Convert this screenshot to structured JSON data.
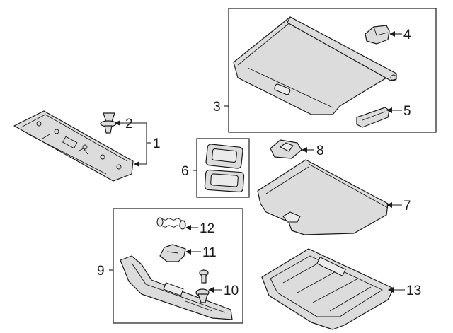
{
  "callouts": {
    "c1": "1",
    "c2": "2",
    "c3": "3",
    "c4": "4",
    "c5": "5",
    "c6": "6",
    "c7": "7",
    "c8": "8",
    "c9": "9",
    "c10": "10",
    "c11": "11",
    "c12": "12",
    "c13": "13"
  },
  "colors": {
    "line": "#1a1a1a",
    "part_fill": "#dcdcdc",
    "background": "#ffffff"
  }
}
